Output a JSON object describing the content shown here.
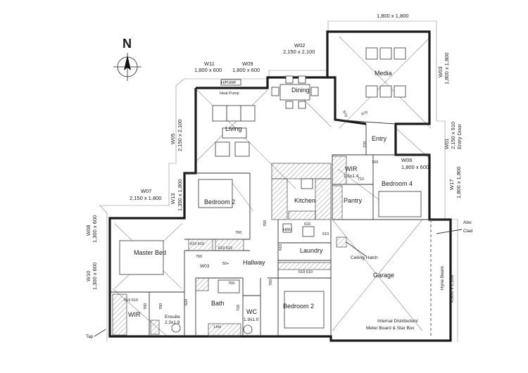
{
  "compass": {
    "label": "N"
  },
  "windows": [
    {
      "code": "W11",
      "size": "1,800 x 600"
    },
    {
      "code": "W09",
      "size": "1,800 x 600"
    },
    {
      "code": "W02",
      "size": "2,150 x 2,100"
    },
    {
      "code": "",
      "size": "1,800 x 1,800"
    },
    {
      "code": "W03",
      "size": "1,800 x 1,800"
    },
    {
      "code": "W05",
      "size": "2,150 x 2,100"
    },
    {
      "code": "W01",
      "size": "2,150 x 910",
      "note": "Entry Door"
    },
    {
      "code": "W06",
      "size": "1,800 x 600"
    },
    {
      "code": "W17",
      "size": "1,800 x 1,800"
    },
    {
      "code": "W07",
      "size": "2,150 x 1,800"
    },
    {
      "code": "W13",
      "size": "1,350 x 1,800"
    },
    {
      "code": "W08",
      "size": "1,300 x 600"
    },
    {
      "code": "W10",
      "size": "1,300 x 600"
    },
    {
      "code": "W03",
      "size": ""
    }
  ],
  "rooms": {
    "media": "Media",
    "dining": "Dining",
    "living": "Living",
    "entry": "Entry",
    "wir_main": "WIR",
    "wir_main_size": "1.5x1.4",
    "bedroom4": "Bedroom 4",
    "pantry": "Pantry",
    "kitchen": "Kitchen",
    "bedroom2_top": "Bedroom 2",
    "master_bed": "Master Bed",
    "hallway": "Hallway",
    "laundry": "Laundry",
    "garage": "Garage",
    "bedroom2_bottom": "Bedroom 2",
    "bath": "Bath",
    "wc": "WC",
    "wc_size": "1.9x1.0",
    "ensuite": "Ensuite",
    "ensuite_size": "2.3x1.9",
    "wir_master": "WIR"
  },
  "annotations": {
    "heat_pump": "Heat Pump",
    "h_pump": "H/PUMP",
    "ceiling_hatch": "Ceiling Hatch",
    "hyne_beam": "Hyne Beam",
    "internal_distribution": "Internal Distribution/",
    "meter_board": "Meter Board & Star Box",
    "tap": "Tap",
    "abo": "Abo",
    "cla": "Clad",
    "garage_door": "4,800 x 2,100",
    "hwu": "HWU",
    "link": "Link"
  },
  "door_widths": {
    "d670a": "670",
    "d670b": "670",
    "d720": "720",
    "d710": "710",
    "d760_bed2": "760",
    "d760_kit": "760",
    "d760_hall": "760",
    "d760_bed2b": "760",
    "d760_wir": "760",
    "d760_ens": "760",
    "d720_wc": "720",
    "d610": "610",
    "d610b": "610",
    "d610c": "610",
    "d620": "620",
    "d760_bath": "760",
    "d760_entry": "760",
    "d550": "50+"
  },
  "shelving": {
    "s1": "619  619",
    "s2": "619  619",
    "s3": "619  610",
    "s4": "619  610"
  }
}
